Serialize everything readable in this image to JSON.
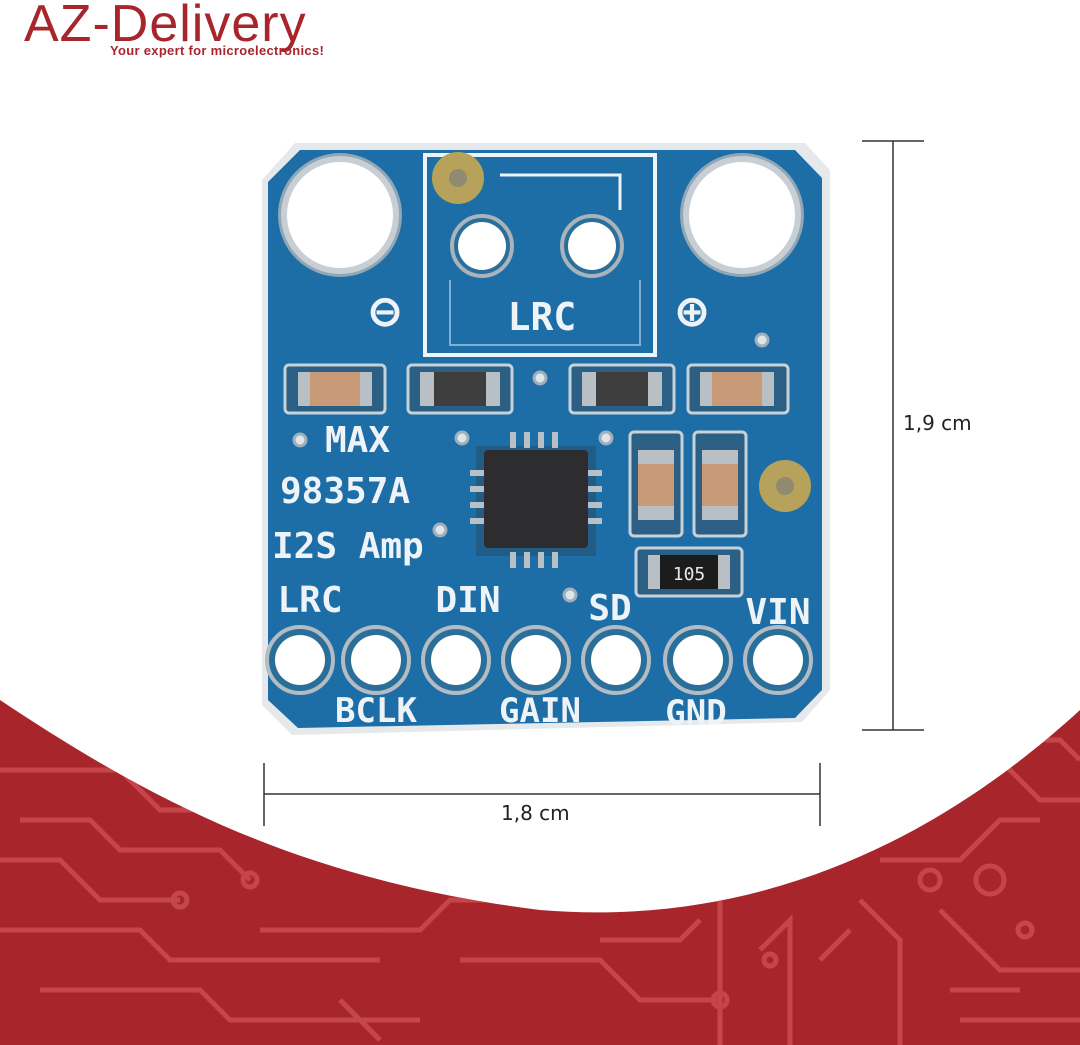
{
  "brand": {
    "name": "AZ-Delivery",
    "tagline": "Your expert for microelectronics!",
    "color": "#a8262b"
  },
  "dimensions": {
    "height_label": "1,9 cm",
    "width_label": "1,8 cm"
  },
  "board": {
    "silkscreen": {
      "speaker_label": "LRC",
      "minus_symbol": "⊖",
      "plus_symbol": "⊕",
      "chip_line1": "MAX",
      "chip_line2": "98357A",
      "chip_line3": "I2S Amp",
      "resistor_code": "105",
      "pins_top": [
        "LRC",
        "DIN",
        "SD",
        "VIN"
      ],
      "pins_bottom": [
        "BCLK",
        "GAIN",
        "GND"
      ]
    },
    "colors": {
      "pcb": "#1c6fa8",
      "pcb_dark": "#155a8c",
      "silk": "#eef3f8",
      "background_red": "#a8262b"
    }
  }
}
